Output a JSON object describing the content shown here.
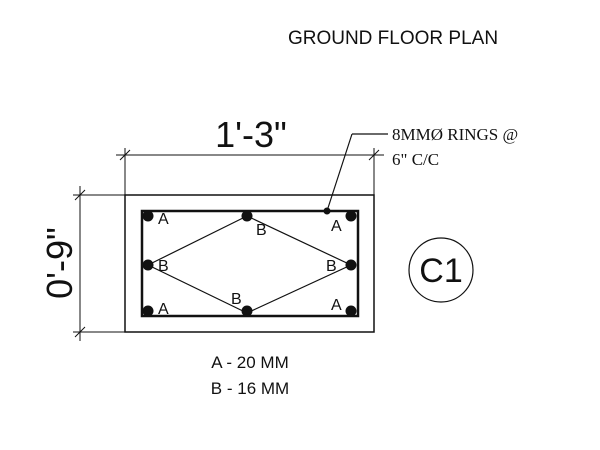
{
  "title": "GROUND FLOOR PLAN",
  "dimensions": {
    "width": "1'-3\"",
    "depth": "0'-9\""
  },
  "rings_note": {
    "line1": "8MMØ RINGS @",
    "line2": "6\" C/C"
  },
  "column_tag": "C1",
  "bar_labels": {
    "a": "A",
    "b": "B"
  },
  "legend": {
    "a": "A - 20 MM",
    "b": "B - 16 MM"
  }
}
